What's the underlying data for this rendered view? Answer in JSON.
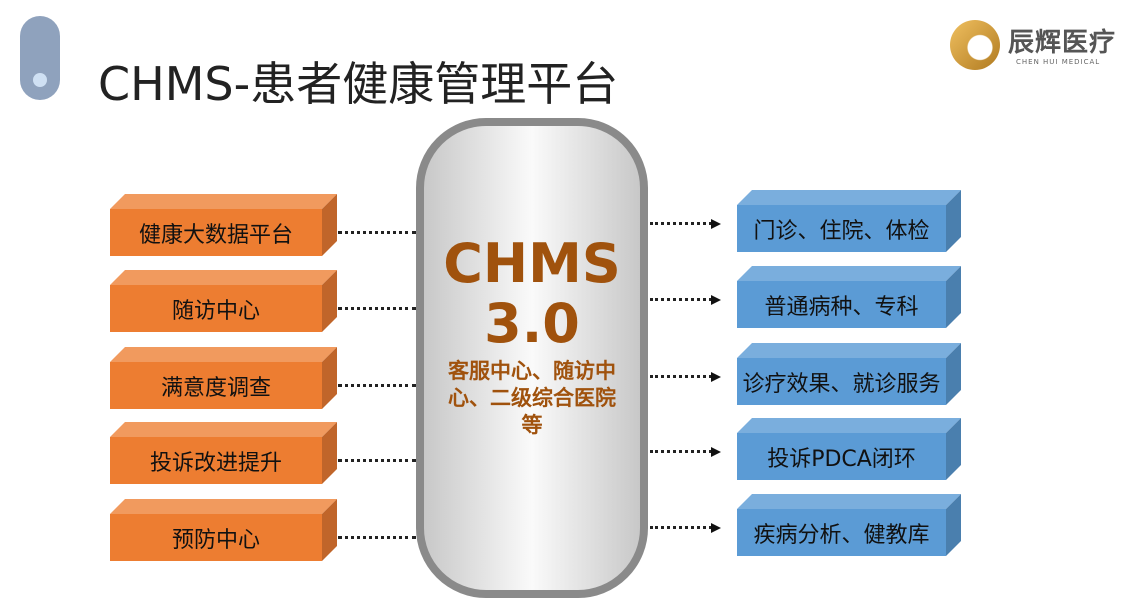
{
  "title": "CHMS-患者健康管理平台",
  "logo": {
    "cn": "辰辉医疗",
    "en": "CHEN HUI MEDICAL"
  },
  "center": {
    "line1": "CHMS",
    "line2": "3.0",
    "desc": "客服中心、随访中心、二级综合医院等"
  },
  "left_items": [
    "健康大数据平台",
    "随访中心",
    "满意度调查",
    "投诉改进提升",
    "预防中心"
  ],
  "right_items": [
    "门诊、住院、体检",
    "普通病种、专科",
    "诊疗效果、就诊服务",
    "投诉PDCA闭环",
    "疾病分析、健教库"
  ],
  "colors": {
    "orange": "#ed7d31",
    "blue": "#5b9bd5",
    "center_text": "#a0520d"
  }
}
